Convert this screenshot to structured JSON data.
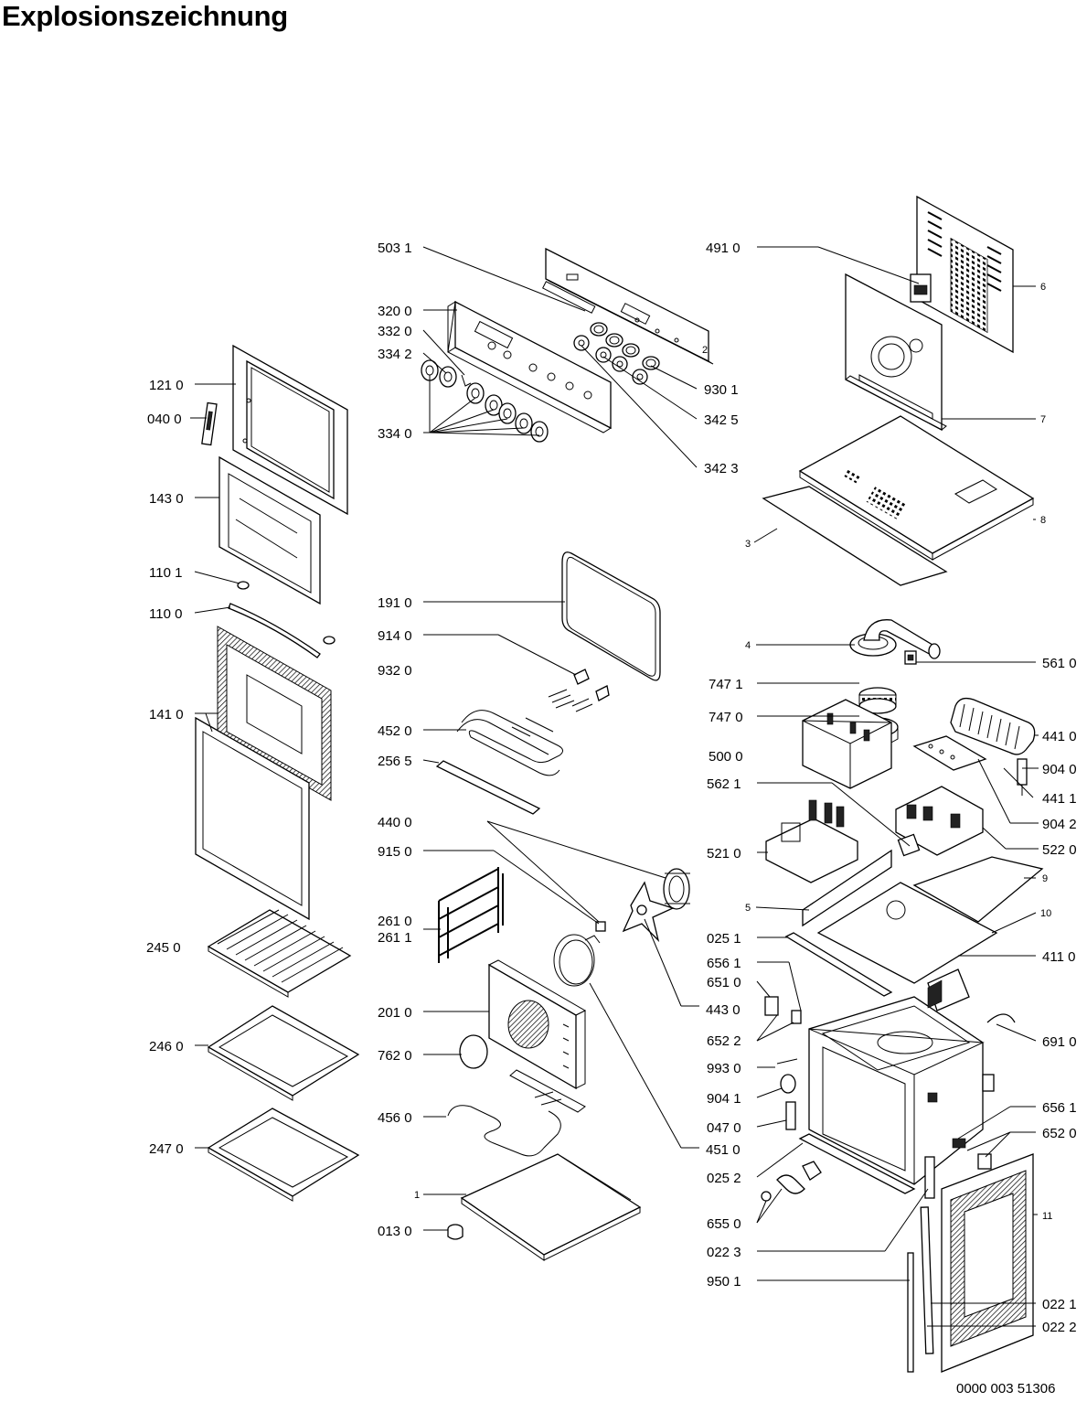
{
  "title": "Explosionszeichnung",
  "document_number": "0000 003 51306",
  "callouts": {
    "c5031": "503 1",
    "c3200": "320 0",
    "c3320": "332 0",
    "c3342": "334 2",
    "c3340": "334 0",
    "c9301": "930 1",
    "c3425": "342 5",
    "c3423": "342 3",
    "c2": "2",
    "c4910": "491 0",
    "c6": "6",
    "c7": "7",
    "c8": "8",
    "c3": "3",
    "c1210": "121 0",
    "c0400": "040 0",
    "c1430": "143 0",
    "c1101": "110 1",
    "c1100": "110 0",
    "c1410": "141 0",
    "c2450": "245 0",
    "c2460": "246 0",
    "c2470": "247 0",
    "c1910": "191 0",
    "c9140": "914 0",
    "c9320": "932 0",
    "c4520": "452 0",
    "c2565": "256 5",
    "c4400": "440 0",
    "c9150": "915 0",
    "c2610": "261 0",
    "c2611": "261 1",
    "c2010": "201 0",
    "c7620": "762 0",
    "c4560": "456 0",
    "c1": "1",
    "c0130": "013 0",
    "c4": "4",
    "c5610": "561 0",
    "c7471": "747 1",
    "c7470": "747 0",
    "c4410": "441 0",
    "c5000": "500 0",
    "c9040": "904 0",
    "c5621": "562 1",
    "c4411": "441 1",
    "c9042": "904 2",
    "c5220": "522 0",
    "c5210": "521 0",
    "c9": "9",
    "c5": "5",
    "c10": "10",
    "c0251": "025 1",
    "c4110": "411 0",
    "c6561": "656 1",
    "c6510": "651 0",
    "c4430": "443 0",
    "c6522": "652 2",
    "c6910": "691 0",
    "c9930": "993 0",
    "c9041": "904 1",
    "c6561b": "656 1",
    "c0470": "047 0",
    "c6520": "652 0",
    "c4510": "451 0",
    "c0252": "025 2",
    "c11": "11",
    "c6550": "655 0",
    "c0223": "022 3",
    "c9501": "950 1",
    "c0221": "022 1",
    "c0222": "022 2"
  }
}
